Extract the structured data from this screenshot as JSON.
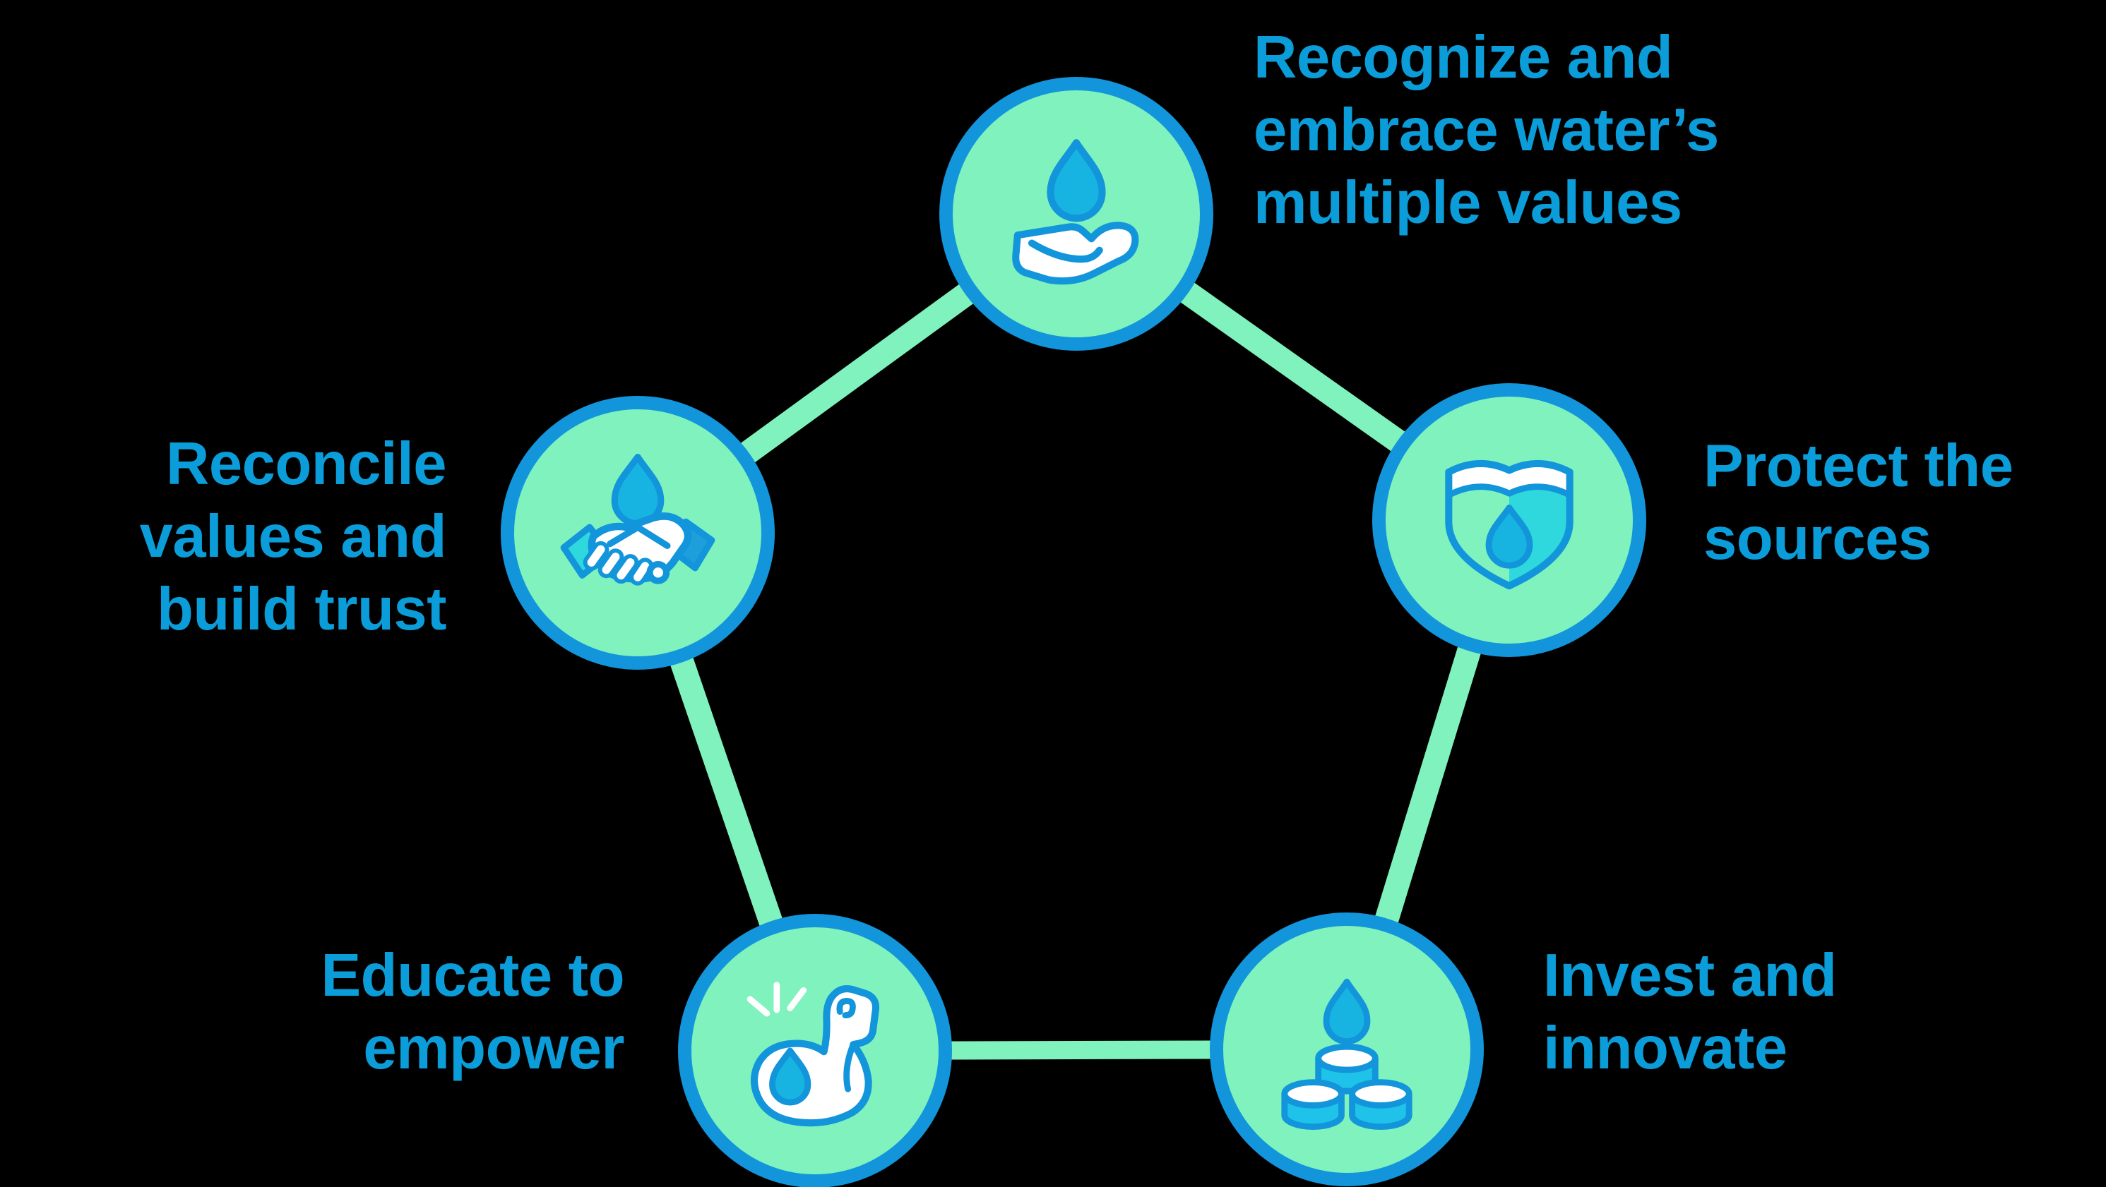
{
  "diagram": {
    "title": "Water values pentagon diagram",
    "background_color": "#000000",
    "palette": {
      "circle_fill": "#7FF2BE",
      "circle_border": "#1295DB",
      "connector_line": "#7FF2BE",
      "label_text": "#0B9DD9",
      "water_drop": "#17B4E2",
      "turquoise_accent": "#2FD8DC",
      "sleeve_blue": "#1E9EDB",
      "coin_side": "#1FC2E8",
      "icon_white": "#FFFFFF"
    },
    "nodes": [
      {
        "id": "recognize",
        "icon": "hand-holding-water-drop-icon",
        "label": "Recognize and embrace water’s multiple values",
        "lines": [
          "Recognize and",
          "embrace water’s",
          "multiple values"
        ]
      },
      {
        "id": "protect",
        "icon": "shield-water-drop-icon",
        "label": "Protect the sources",
        "lines": [
          "Protect the",
          "sources"
        ]
      },
      {
        "id": "invest",
        "icon": "water-drop-coins-icon",
        "label": "Invest and innovate",
        "lines": [
          "Invest and",
          "innovate"
        ]
      },
      {
        "id": "educate",
        "icon": "strong-arm-water-drop-icon",
        "label": "Educate to empower",
        "lines": [
          "Educate to",
          "empower"
        ]
      },
      {
        "id": "reconcile",
        "icon": "handshake-water-drop-icon",
        "label": "Reconcile values and build trust",
        "lines": [
          "Reconcile",
          "values and",
          "build trust"
        ]
      }
    ]
  }
}
